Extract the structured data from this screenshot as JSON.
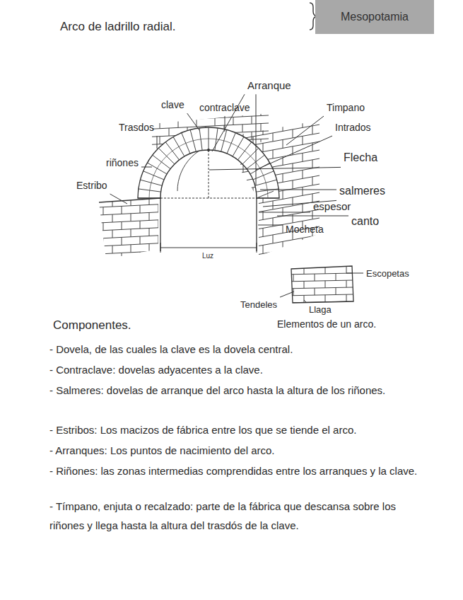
{
  "diagram": {
    "title": "Arco de ladrillo radial.",
    "nodes": [
      {
        "text": [
          "Mesopotamia"
        ]
      }
    ],
    "labels": [
      "Arranque",
      "clave",
      "contraclave",
      "Trasdos",
      "riñones",
      "Estribo",
      "Timpano",
      "Intrados",
      "Flecha",
      "salmeres",
      "espesor",
      "canto",
      "Mocheta",
      "Luz",
      "Escopetas",
      "Tendeles",
      "Llaga",
      "Elementos de un arco.",
      "Componentes.",
      "- Dovela, de las cuales la clave es la dovela central.",
      "- Contraclave: dovelas adyacentes a la clave.",
      "- Salmeres: dovelas de arranque del arco hasta la altura de los riñones.",
      "- Estribos: Los macizos de fábrica entre los que se tiende el arco.",
      "- Arranques: Los puntos de nacimiento del arco.",
      "- Riñones: las zonas intermedias comprendidas entre los arranques y la clave.",
      "- Tímpano, enjuta o recalzado: parte de la fábrica que descansa sobre los riñones y llega hasta la altura del trasdós de la clave."
    ]
  }
}
